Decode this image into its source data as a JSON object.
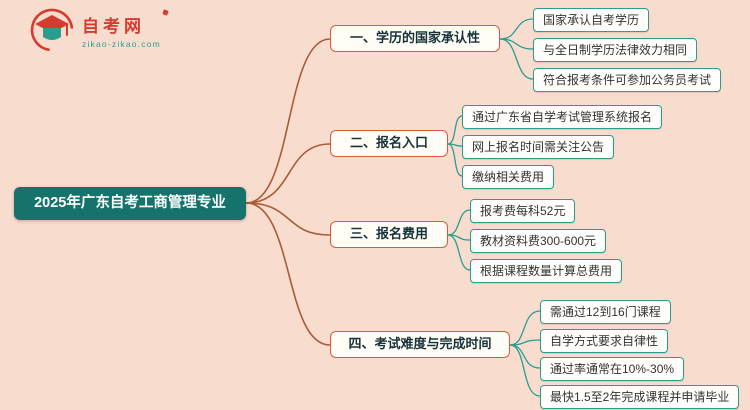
{
  "logo": {
    "site_name": "自考网",
    "site_url": "zikao-zikao.com"
  },
  "root": {
    "label": "2025年广东自考工商管理专业"
  },
  "branches": [
    {
      "label": "一、学历的国家承认性",
      "children": [
        "国家承认自考学历",
        "与全日制学历法律效力相同",
        "符合报考条件可参加公务员考试"
      ]
    },
    {
      "label": "二、报名入口",
      "children": [
        "通过广东省自学考试管理系统报名",
        "网上报名时间需关注公告",
        "缴纳相关费用"
      ]
    },
    {
      "label": "三、报名费用",
      "children": [
        "报考费每科52元",
        "教材资料费300-600元",
        "根据课程数量计算总费用"
      ]
    },
    {
      "label": "四、考试难度与完成时间",
      "children": [
        "需通过12到16门课程",
        "自学方式要求自律性",
        "通过率通常在10%-30%",
        "最快1.5至2年完成课程并申请毕业"
      ]
    }
  ],
  "colors": {
    "background": "#f8ddcf",
    "root_bg": "#16736c",
    "branch_border": "#e2573b",
    "child_border": "#2a9d8f",
    "root_line": "#a85c38",
    "child_line": "#2a9d8f",
    "logo_red": "#d43c2f",
    "logo_teal": "#2a9d8f"
  }
}
